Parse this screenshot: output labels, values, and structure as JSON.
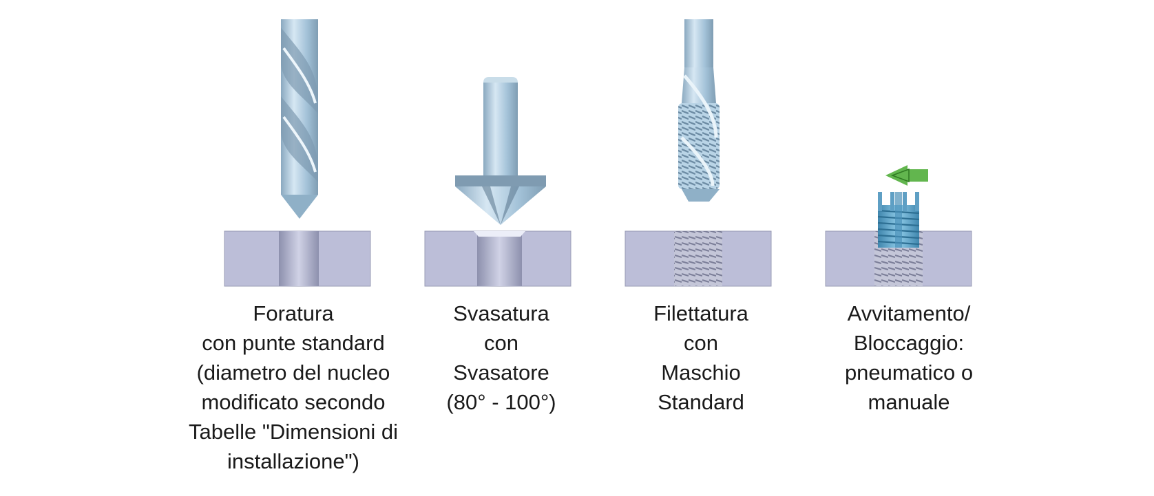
{
  "steps": [
    {
      "lines": [
        "Foratura",
        "con punte standard",
        "(diametro del nucleo",
        "modificato secondo",
        "Tabelle \"Dimensioni di",
        "installazione\")"
      ]
    },
    {
      "lines": [
        "Svasatura",
        "con",
        "Svasatore",
        "(80° - 100°)"
      ]
    },
    {
      "lines": [
        "Filettatura",
        "con",
        "Maschio",
        "Standard"
      ]
    },
    {
      "lines": [
        "Avvitamento/",
        "Bloccaggio:",
        "pneumatico o",
        "manuale"
      ]
    }
  ],
  "colors": {
    "workpiece": "#bcbed8",
    "bore": "#a8aac6",
    "tool_steel": "#a9c9df",
    "tool_dark": "#6f8ea6",
    "insert": "#5e9fc4",
    "arrow": "#62b64e"
  },
  "icons": [
    "twist-drill-icon",
    "countersink-icon",
    "tap-icon",
    "thread-insert-icon",
    "left-arrow-icon"
  ]
}
